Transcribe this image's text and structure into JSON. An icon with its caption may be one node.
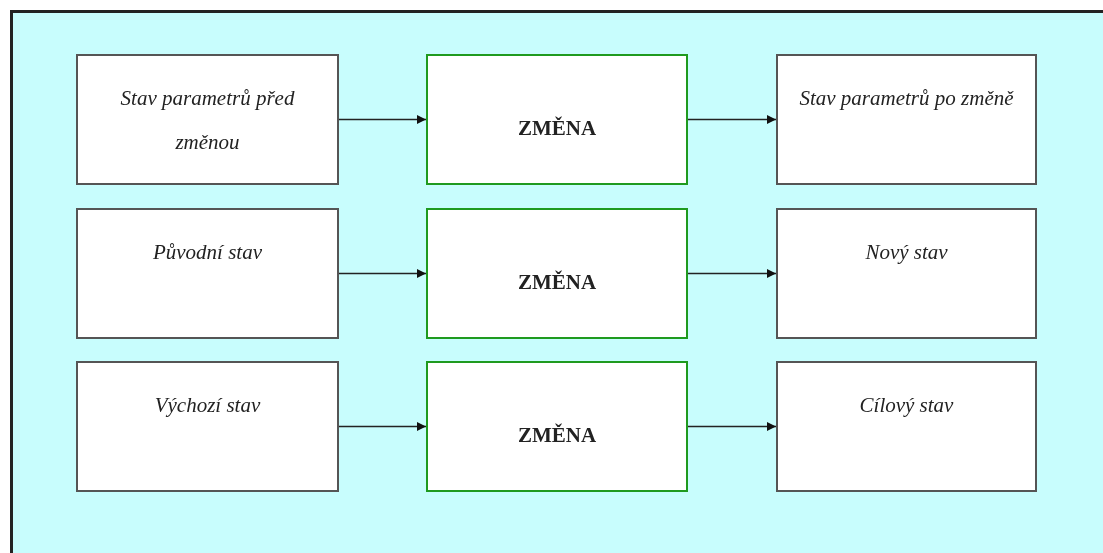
{
  "diagram": {
    "nodes": [
      {
        "text": [
          "Stav parametrů před změnou"
        ]
      },
      {
        "text": [
          "ZMĚNA"
        ]
      },
      {
        "text": [
          "Stav parametrů po změně"
        ]
      },
      {
        "text": [
          "Původní stav"
        ]
      },
      {
        "text": [
          "ZMĚNA"
        ]
      },
      {
        "text": [
          "Nový stav"
        ]
      },
      {
        "text": [
          "Výchozí stav"
        ]
      },
      {
        "text": [
          "ZMĚNA"
        ]
      },
      {
        "text": [
          "Cílový stav"
        ]
      }
    ],
    "edges": [
      {
        "from": 0,
        "to": 1,
        "arrow": "to"
      },
      {
        "from": 1,
        "to": 2,
        "arrow": "to"
      },
      {
        "from": 3,
        "to": 4,
        "arrow": "to"
      },
      {
        "from": 4,
        "to": 5,
        "arrow": "to"
      },
      {
        "from": 6,
        "to": 7,
        "arrow": "to"
      },
      {
        "from": 7,
        "to": 8,
        "arrow": "to"
      }
    ]
  }
}
